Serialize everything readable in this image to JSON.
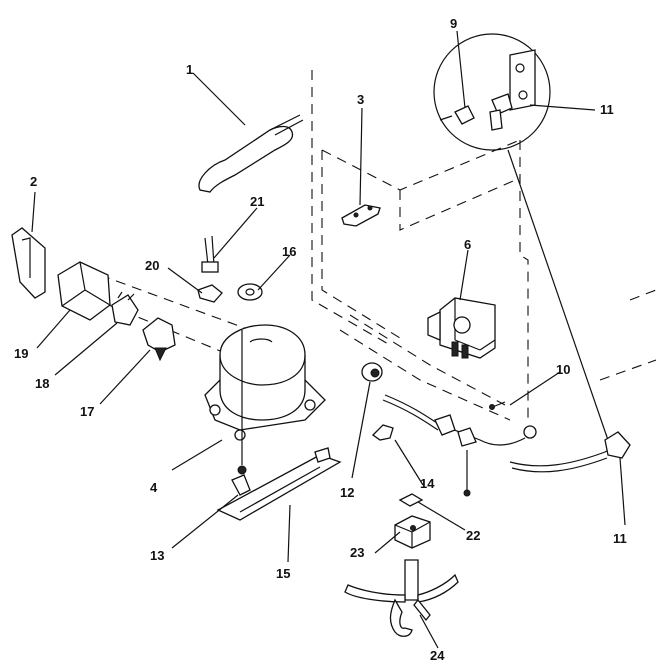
{
  "diagram": {
    "callouts": [
      "1",
      "2",
      "3",
      "4",
      "6",
      "9",
      "10",
      "11",
      "11",
      "12",
      "13",
      "14",
      "15",
      "16",
      "17",
      "18",
      "19",
      "20",
      "21",
      "22",
      "23",
      "24"
    ]
  }
}
